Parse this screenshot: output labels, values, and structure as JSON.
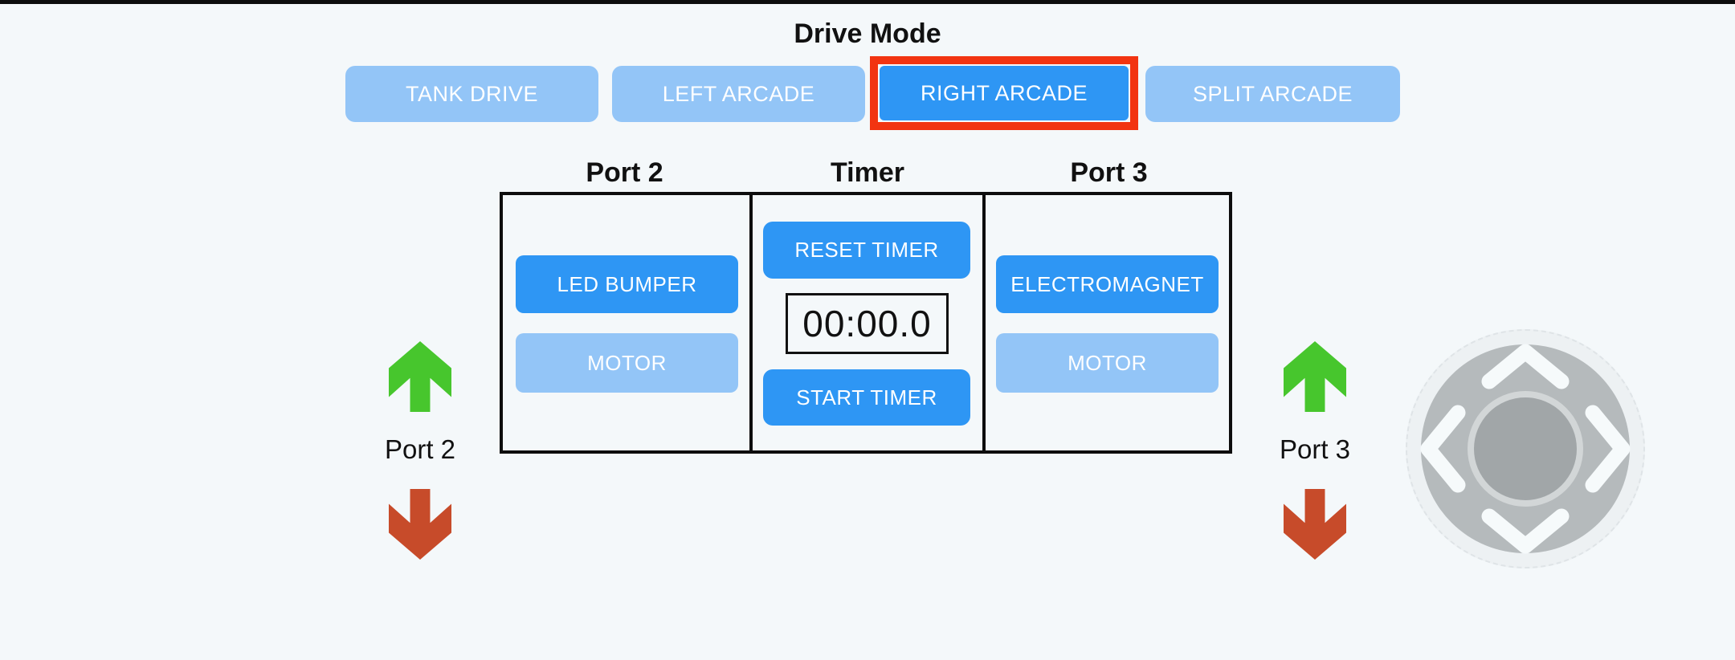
{
  "colors": {
    "background": "#f4f8fa",
    "top_bar": "#0d0d0d",
    "active_blue": "#2e96f4",
    "inactive_blue": "#93c5f7",
    "selected_outline_red": "#f23411",
    "green_arrow": "#47c62d",
    "red_arrow": "#c74b2a",
    "panel_border": "#0d0d0d",
    "joystick_base": "#b5babc",
    "joystick_knob": "#a1a6a8",
    "joystick_knob_ring": "#d2d6d7"
  },
  "drive_mode": {
    "title": "Drive Mode",
    "options": [
      {
        "label": "TANK DRIVE",
        "selected": false
      },
      {
        "label": "LEFT ARCADE",
        "selected": false
      },
      {
        "label": "RIGHT ARCADE",
        "selected": true
      },
      {
        "label": "SPLIT ARCADE",
        "selected": false
      }
    ]
  },
  "panel": {
    "port2": {
      "header": "Port 2",
      "device_button": "LED BUMPER",
      "motor_button": "MOTOR"
    },
    "timer": {
      "header": "Timer",
      "reset_button": "RESET TIMER",
      "display": "00:00.0",
      "start_button": "START TIMER"
    },
    "port3": {
      "header": "Port 3",
      "device_button": "ELECTROMAGNET",
      "motor_button": "MOTOR"
    }
  },
  "port_controls": {
    "left": {
      "label": "Port 2",
      "up_icon": "green-up-arrow",
      "down_icon": "red-down-arrow"
    },
    "right": {
      "label": "Port 3",
      "up_icon": "green-up-arrow",
      "down_icon": "red-down-arrow"
    }
  },
  "joystick": {
    "directions": [
      "up",
      "down",
      "left",
      "right"
    ]
  }
}
